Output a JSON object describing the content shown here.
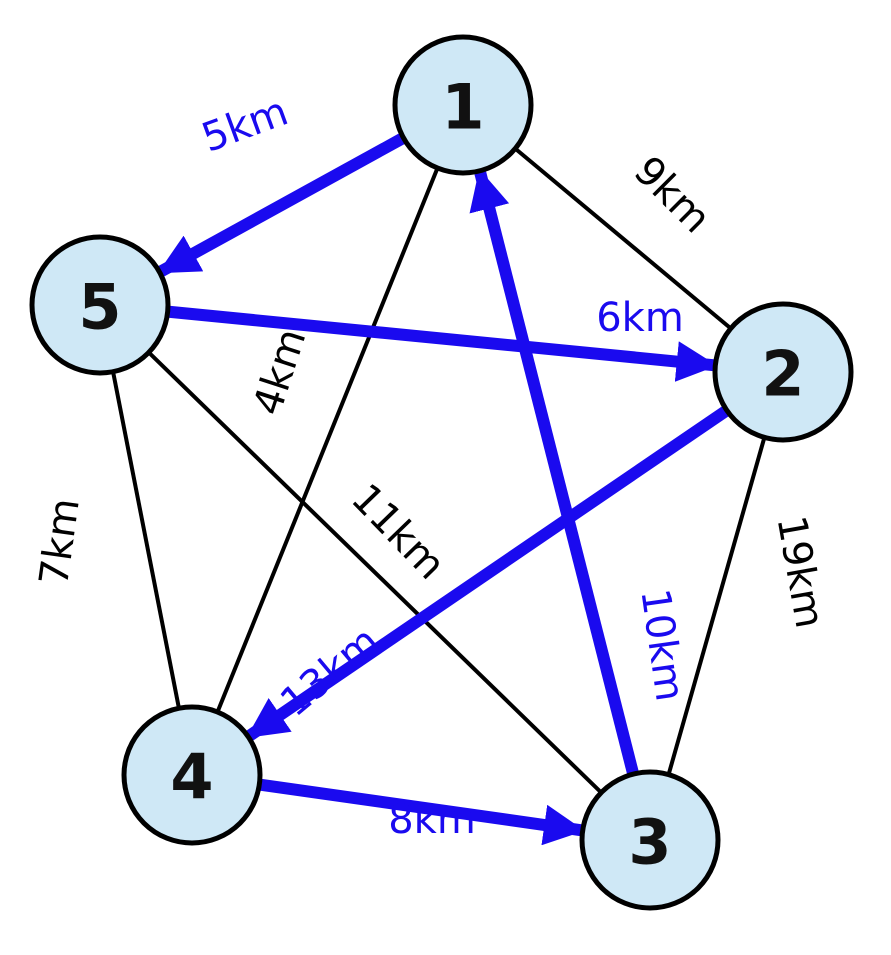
{
  "colors": {
    "node_fill": "#cfe8f6",
    "highlight": "#1a0aef",
    "plain": "#000000"
  },
  "nodes": [
    {
      "id": "1",
      "label": "1"
    },
    {
      "id": "2",
      "label": "2"
    },
    {
      "id": "3",
      "label": "3"
    },
    {
      "id": "4",
      "label": "4"
    },
    {
      "id": "5",
      "label": "5"
    }
  ],
  "edges": [
    {
      "from": "1",
      "to": "5",
      "weight": "5km",
      "highlighted": true,
      "directed": true
    },
    {
      "from": "5",
      "to": "2",
      "weight": "6km",
      "highlighted": true,
      "directed": true
    },
    {
      "from": "2",
      "to": "4",
      "weight": "13km",
      "highlighted": true,
      "directed": true
    },
    {
      "from": "4",
      "to": "3",
      "weight": "8km",
      "highlighted": true,
      "directed": true
    },
    {
      "from": "3",
      "to": "1",
      "weight": "10km",
      "highlighted": true,
      "directed": true
    },
    {
      "from": "1",
      "to": "2",
      "weight": "9km",
      "highlighted": false,
      "directed": false
    },
    {
      "from": "1",
      "to": "4",
      "weight": "4km",
      "highlighted": false,
      "directed": false
    },
    {
      "from": "5",
      "to": "4",
      "weight": "7km",
      "highlighted": false,
      "directed": false
    },
    {
      "from": "5",
      "to": "3",
      "weight": "11km",
      "highlighted": false,
      "directed": false
    },
    {
      "from": "2",
      "to": "3",
      "weight": "19km",
      "highlighted": false,
      "directed": false
    }
  ]
}
